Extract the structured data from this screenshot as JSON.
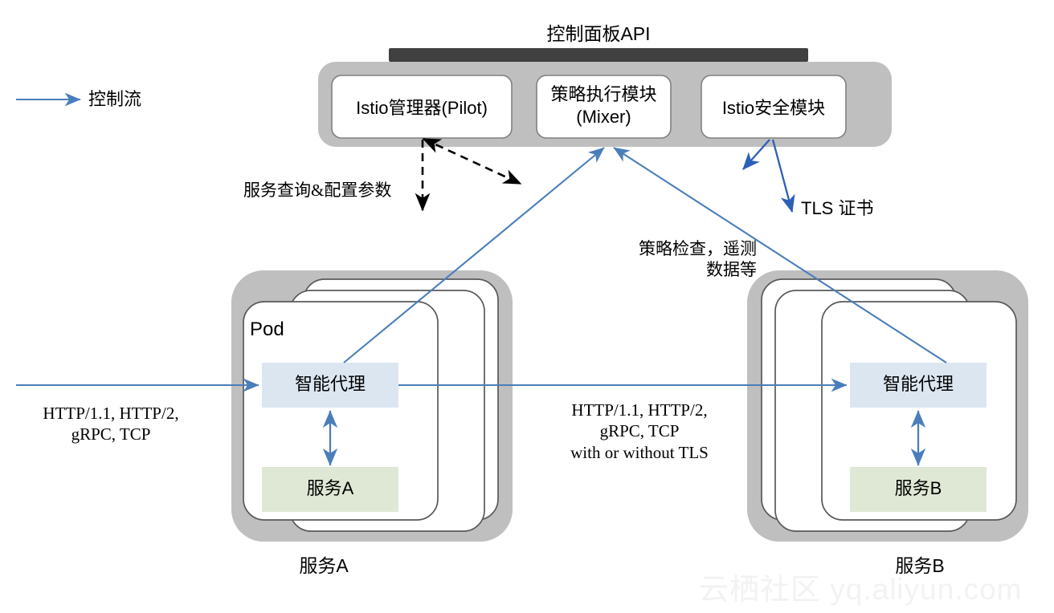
{
  "diagram": {
    "title": "控制面板API",
    "legend": {
      "label": "控制流",
      "arrow_color": "#4a7ebb"
    },
    "control_plane": {
      "api_bar_color": "#404040",
      "container_color": "#bfbfbf",
      "modules": [
        {
          "label": "Istio管理器(Pilot)"
        },
        {
          "label": "策略执行模块\n(Mixer)"
        },
        {
          "label": "Istio安全模块"
        }
      ]
    },
    "annotations": [
      {
        "name": "config-annotation",
        "text": "服务查询&配置参数"
      },
      {
        "name": "policy-annotation",
        "text": "策略检查，遥测\n数据等"
      },
      {
        "name": "tls-annotation",
        "text": "TLS 证书"
      }
    ],
    "pods": [
      {
        "name": "pod-a",
        "pod_label": "Pod",
        "proxy_label": "智能代理",
        "service_label": "服务A",
        "caption": "服务A"
      },
      {
        "name": "pod-b",
        "pod_label": "",
        "proxy_label": "智能代理",
        "service_label": "服务B",
        "caption": "服务B"
      }
    ],
    "protocol_labels": [
      {
        "name": "ingress-protocol-label",
        "text": "HTTP/1.1, HTTP/2,\ngRPC, TCP"
      },
      {
        "name": "inter-service-protocol-label",
        "text": "HTTP/1.1, HTTP/2,\ngRPC, TCP\nwith or without TLS"
      }
    ],
    "colors": {
      "proxy_fill": "#dce6f1",
      "service_fill": "#dfe8d5",
      "pod_outer": "#bfbfbf",
      "card_stroke": "#595959",
      "flow_blue": "#4a7ebb",
      "accent_blue": "#2c5fb8",
      "dashed_black": "#000000"
    },
    "watermark": "云栖社区 yq.aliyun.com"
  }
}
